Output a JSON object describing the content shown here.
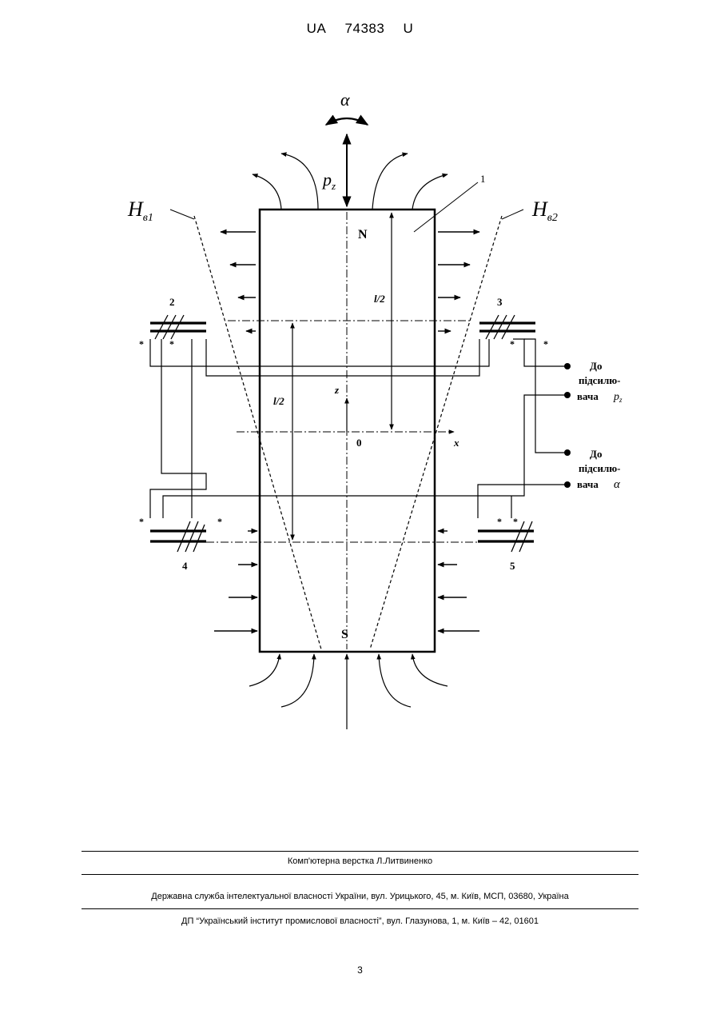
{
  "header": {
    "code": "UA",
    "number": "74383",
    "kind": "U"
  },
  "figure": {
    "alpha_symbol": "α",
    "pz_base": "p",
    "pz_sub": "z",
    "hb1_base": "H",
    "hb1_sub": "в1",
    "hb2_base": "H",
    "hb2_sub": "в2",
    "pole_north": "N",
    "pole_south": "S",
    "half_length_right": "l/2",
    "half_length_left": "l/2",
    "axis_z": "z",
    "axis_x": "x",
    "origin": "0",
    "ref_1": "1",
    "ref_2": "2",
    "ref_3": "3",
    "ref_4": "4",
    "ref_5": "5",
    "dot_mark": "*",
    "amp_pz_line1": "До",
    "amp_pz_line2": "підсилю-",
    "amp_pz_line3": "вача",
    "amp_pz_sym": "p",
    "amp_pz_sub": "z",
    "amp_a_line1": "До",
    "amp_a_line2": "підсилю-",
    "amp_a_line3": "вача",
    "amp_a_sym": "α"
  },
  "footer": {
    "layout_credit": "Комп'ютерна верстка Л.Литвиненко",
    "agency": "Державна служба інтелектуальної власності України, вул. Урицького, 45, м. Київ, МСП, 03680, Україна",
    "institute": "ДП “Український інститут промислової власності”, вул. Глазунова, 1, м. Київ – 42, 01601",
    "page_number": "3"
  }
}
